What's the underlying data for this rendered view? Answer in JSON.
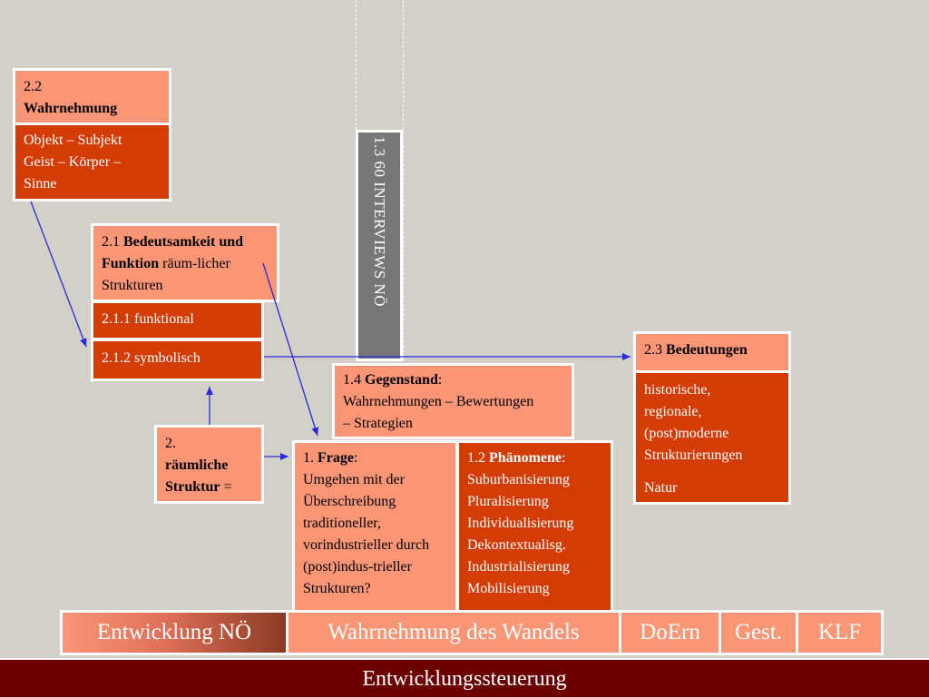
{
  "box_22": {
    "num": "2.2",
    "title": "Wahrnehmung",
    "lines": [
      "Objekt – Subjekt",
      "Geist – Körper –",
      "Sinne"
    ]
  },
  "box_21": {
    "num": "2.1",
    "title": "Bedeutsamkeit und Funktion",
    "rest": "räum-licher Strukturen",
    "sub1": "2.1.1 funktional",
    "sub2": "2.1.2 symbolisch"
  },
  "box_2": {
    "num": "2.",
    "title": "räumliche Struktur",
    "rest": "="
  },
  "vertical": {
    "text": "1.3   60  INTERVIEWS  NÖ"
  },
  "box_14": {
    "num": "1.4",
    "title": "Gegenstand",
    "rest": "Wahrnehmungen – Bewertungen – Strategien"
  },
  "box_1": {
    "num": "1.",
    "title": "Frage",
    "rest": "Umgehen mit der Überschreibung traditioneller, vorindustrieller durch (post)indus-trieller Strukturen?"
  },
  "box_12": {
    "num": "1.2",
    "title": "Phänomene",
    "lines": [
      "Suburbanisierung",
      "Pluralisierung",
      "Individualisierung",
      "Dekontextualisg.",
      "Industrialisierung",
      "Mobilisierung"
    ]
  },
  "box_23": {
    "num": "2.3",
    "title": "Bedeutungen",
    "lines": [
      "historische,",
      "regionale,",
      "(post)moderne",
      "Strukturierungen"
    ],
    "extra": "Natur"
  },
  "nav": {
    "items": [
      "Entwicklung NÖ",
      "Wahrnehmung des Wandels",
      "DoErn",
      "Gest.",
      "KLF"
    ]
  },
  "footer": {
    "text": "Entwicklungssteuerung"
  },
  "colors": {
    "light": "#fa9676",
    "dark": "#d43c06",
    "footer": "#6a0000",
    "bar": "#777777",
    "arrow": "#2a2ad8",
    "background": "#d3d0ca"
  }
}
